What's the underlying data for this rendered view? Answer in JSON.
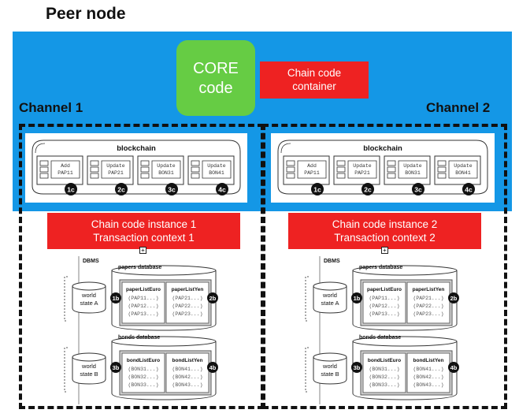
{
  "page": {
    "title": "Peer node"
  },
  "core": {
    "label_line1": "CORE",
    "label_line2": "code"
  },
  "chaincode_container": {
    "line1": "Chain code",
    "line2": "container"
  },
  "channels": [
    {
      "label": "Channel 1",
      "blockchain": {
        "title": "blockchain",
        "blocks": [
          {
            "line1": "Add",
            "line2": "PAP11",
            "badge": "1c"
          },
          {
            "line1": "Update",
            "line2": "PAP21",
            "badge": "2c"
          },
          {
            "line1": "Update",
            "line2": "BON31",
            "badge": "3c"
          },
          {
            "line1": "Update",
            "line2": "BON41",
            "badge": "4c"
          }
        ]
      },
      "instance": {
        "line1": "Chain code instance 1",
        "line2": "Transaction context 1"
      }
    },
    {
      "label": "Channel 2",
      "blockchain": {
        "title": "blockchain",
        "blocks": [
          {
            "line1": "Add",
            "line2": "PAP11",
            "badge": "1c"
          },
          {
            "line1": "Update",
            "line2": "PAP21",
            "badge": "2c"
          },
          {
            "line1": "Update",
            "line2": "BON31",
            "badge": "3c"
          },
          {
            "line1": "Update",
            "line2": "BON41",
            "badge": "4c"
          }
        ]
      },
      "instance": {
        "line1": "Chain code instance 2",
        "line2": "Transaction context 2"
      }
    }
  ],
  "dbms": {
    "label": "DBMS",
    "papers": {
      "title": "papers database",
      "world_state_line1": "world",
      "world_state_line2": "state A",
      "euro": {
        "title": "paperListEuro",
        "badge": "1b",
        "rows": [
          "(PAP11...)",
          "(PAP12...)",
          "(PAP13...)"
        ]
      },
      "yen": {
        "title": "paperListYen",
        "badge": "2b",
        "rows": [
          "(PAP21...)",
          "(PAP22...)",
          "(PAP23...)"
        ]
      }
    },
    "bonds": {
      "title": "bonds database",
      "world_state_line1": "world",
      "world_state_line2": "state B",
      "euro": {
        "title": "bondListEuro",
        "badge": "3b",
        "rows": [
          "(BON31...)",
          "(BON32...)",
          "(BON33...)"
        ]
      },
      "yen": {
        "title": "bondListYen",
        "badge": "4b",
        "rows": [
          "(BON41...)",
          "(BON42...)",
          "(BON43...)"
        ]
      }
    }
  },
  "colors": {
    "peer_blue": "#1497e6",
    "core_green": "#66cc44",
    "red": "#ee2222"
  }
}
